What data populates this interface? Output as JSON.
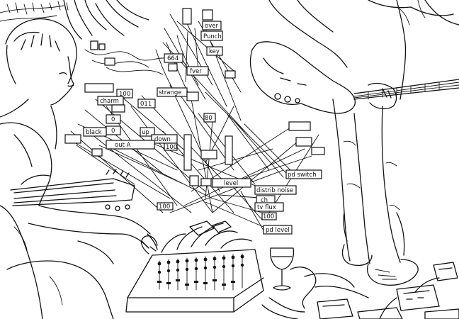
{
  "patch_labels": {
    "over": "over",
    "punch": "Punch",
    "key": "key",
    "num_664": "664",
    "fver": "fver",
    "num_100_top": "100",
    "charm": "charm",
    "strange": "strange",
    "num_011": "011",
    "num_0_a": "0",
    "num_0_b": "0",
    "num_80": "80",
    "black": "black",
    "up": "up",
    "down": "down",
    "out_a": "out A",
    "num_100_mid": "100",
    "level": "level",
    "pd_switch": "pd switch",
    "distrib_noise": "distrib noise",
    "ch": "ch",
    "tv_flux": "tv flux",
    "num_100_low": "100",
    "pd_level": "pd level",
    "num_100_bot": "100"
  },
  "colors": {
    "ink": "#111111",
    "paper": "#ffffff"
  }
}
